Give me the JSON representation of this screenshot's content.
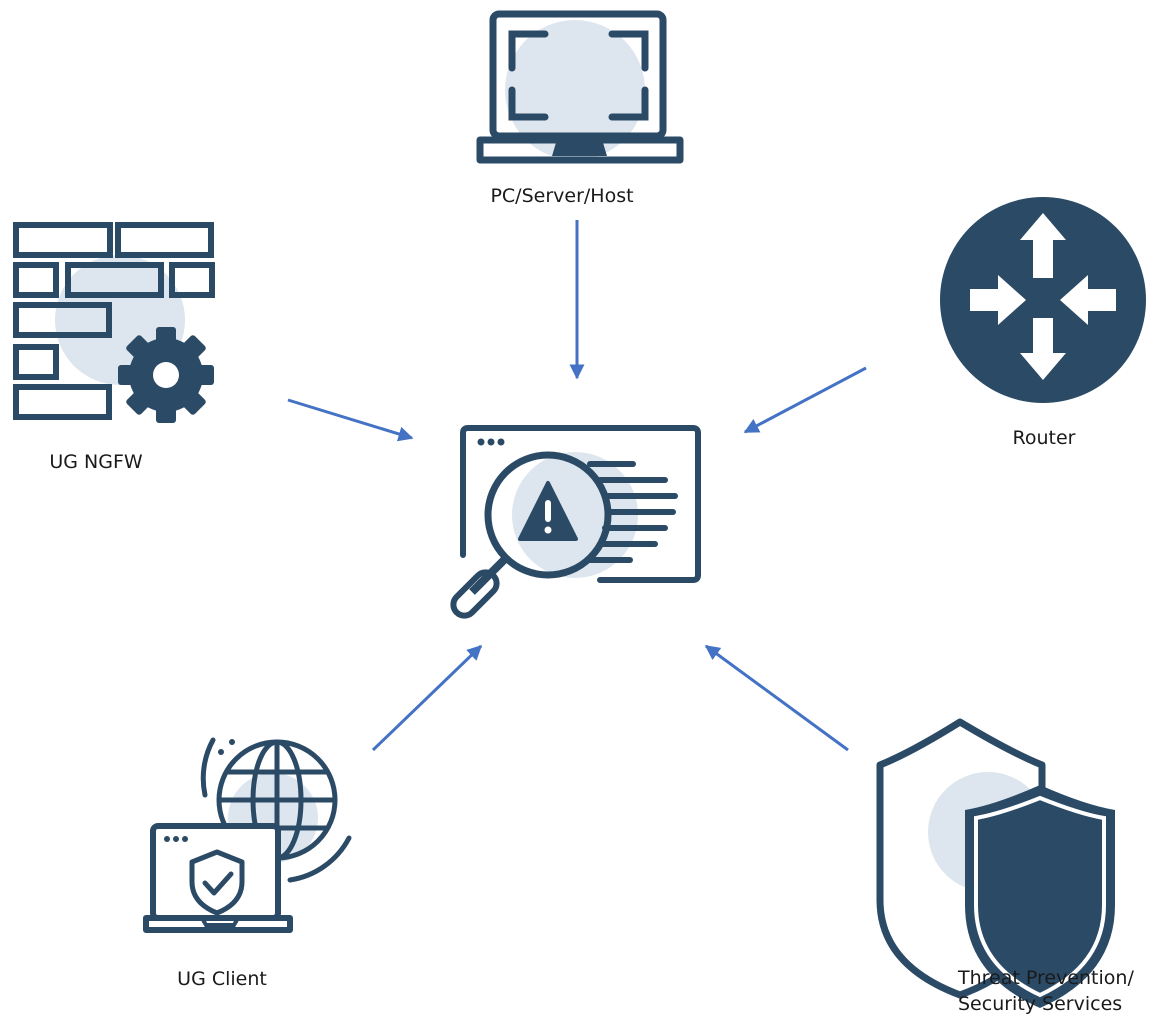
{
  "nodes": {
    "pc": {
      "label": "PC/Server/Host",
      "icon": "laptop-icon"
    },
    "ngfw": {
      "label": "UG NGFW",
      "icon": "firewall-gear-icon"
    },
    "router": {
      "label": "Router",
      "icon": "router-icon"
    },
    "client": {
      "label": "UG Client",
      "icon": "laptop-globe-shield-icon"
    },
    "threat": {
      "label_line1": "Threat Prevention/",
      "label_line2": "Security Services",
      "icon": "shield-icon"
    },
    "center": {
      "icon": "threat-scan-icon"
    }
  },
  "colors": {
    "icon": "#2b4a66",
    "accent_fill": "#dde6ee",
    "arrow": "#4472c4",
    "text": "#1a1a1a"
  }
}
